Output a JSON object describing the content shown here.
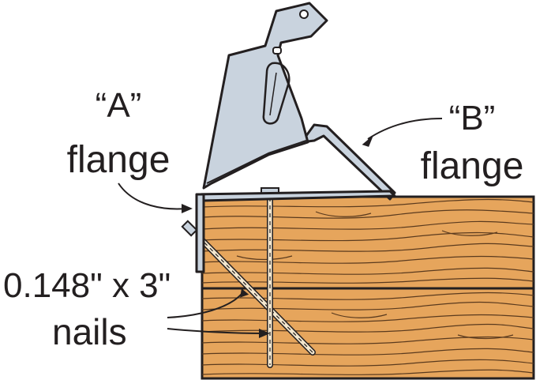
{
  "labels": {
    "a_quote": "“A”",
    "a_word": "flange",
    "b_quote": "“B”",
    "b_word": "flange",
    "nail_size": "0.148\" x 3\"",
    "nail_word": "nails"
  },
  "colors": {
    "wood": "#e6a55c",
    "grain": "#5a3a1e",
    "steel": "#c9d3de",
    "outline": "#231f20",
    "nail": "#f3e7cf"
  },
  "icons": {
    "connector": "framing-connector-icon",
    "nail": "nail-icon"
  }
}
